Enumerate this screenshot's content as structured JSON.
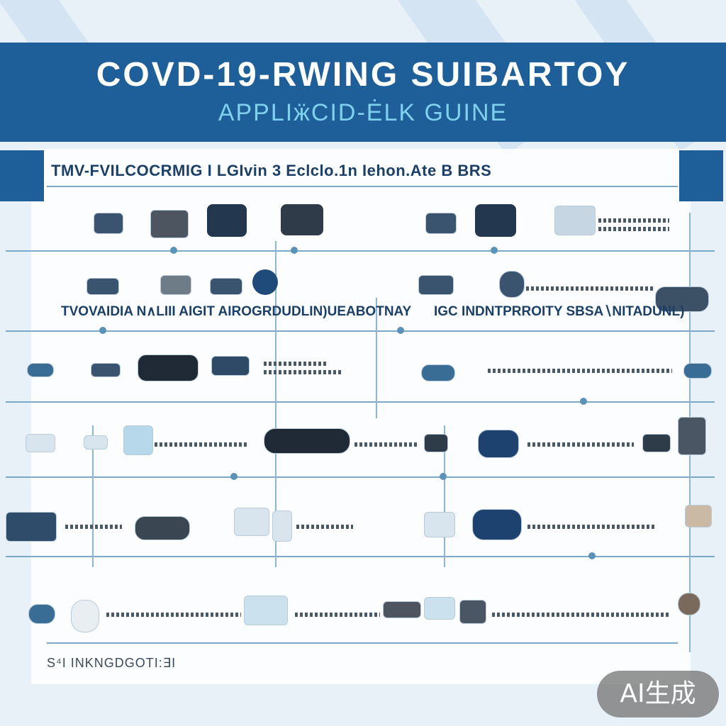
{
  "header": {
    "title": "COVD-19-RWING SUIBARTOY",
    "subtitle": "APPLIӝCID-ĖLK GUINE"
  },
  "section": {
    "title": "TMV-FVILCOCRMIG I LGIvin 3 Eclclo.1n Iehon.Ate B BRS"
  },
  "rows": {
    "caption_left": "TVOVAIDIA N∧LIII AIGIT AIROGRDUDLIN)UEABOTNAY",
    "caption_right": "IGC INDNTPRROITY SBSA∖NITADUNL)"
  },
  "footer": {
    "text": "S⁴I INKNGDGOTI:∃I"
  },
  "badge": {
    "label": "AI生成"
  },
  "colors": {
    "banner": "#1e5f99",
    "title_text": "#ffffff",
    "subtitle_text": "#7fd0ec",
    "caption_text": "#1b3f66"
  }
}
